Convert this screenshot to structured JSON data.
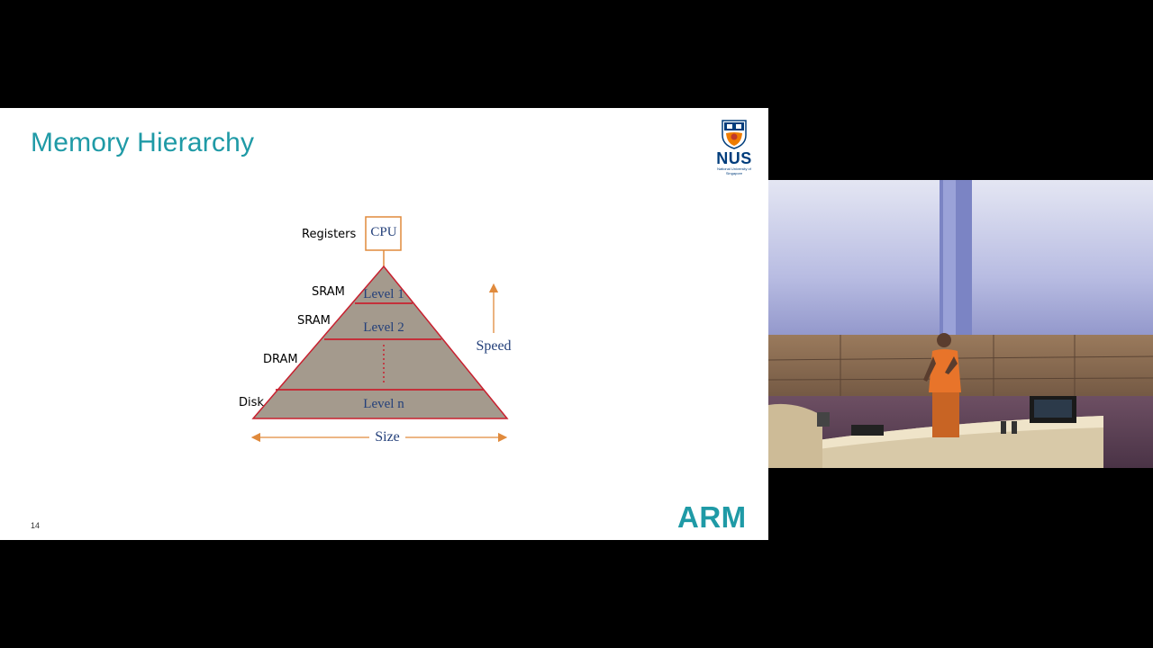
{
  "slide": {
    "title": "Memory Hierarchy",
    "page_number": "14",
    "brand_logo": "ARM",
    "university_logo": {
      "wordmark": "NUS",
      "subtitle": "National University of Singapore",
      "icon": "nus-crest-icon"
    }
  },
  "diagram": {
    "cpu_label": "CPU",
    "registers_label": "Registers",
    "levels": [
      {
        "tech": "SRAM",
        "label": "Level 1"
      },
      {
        "tech": "SRAM",
        "label": "Level 2"
      },
      {
        "tech": "DRAM",
        "label": ""
      },
      {
        "tech": "Disk",
        "label": "Level n"
      }
    ],
    "speed_label": "Speed",
    "size_label": "Size"
  },
  "colors": {
    "title": "#1f9aa6",
    "pyramid_fill": "#a49a8d",
    "pyramid_edge": "#c8202f",
    "arrow": "#e08a3c",
    "diagram_text": "#24407a"
  }
}
